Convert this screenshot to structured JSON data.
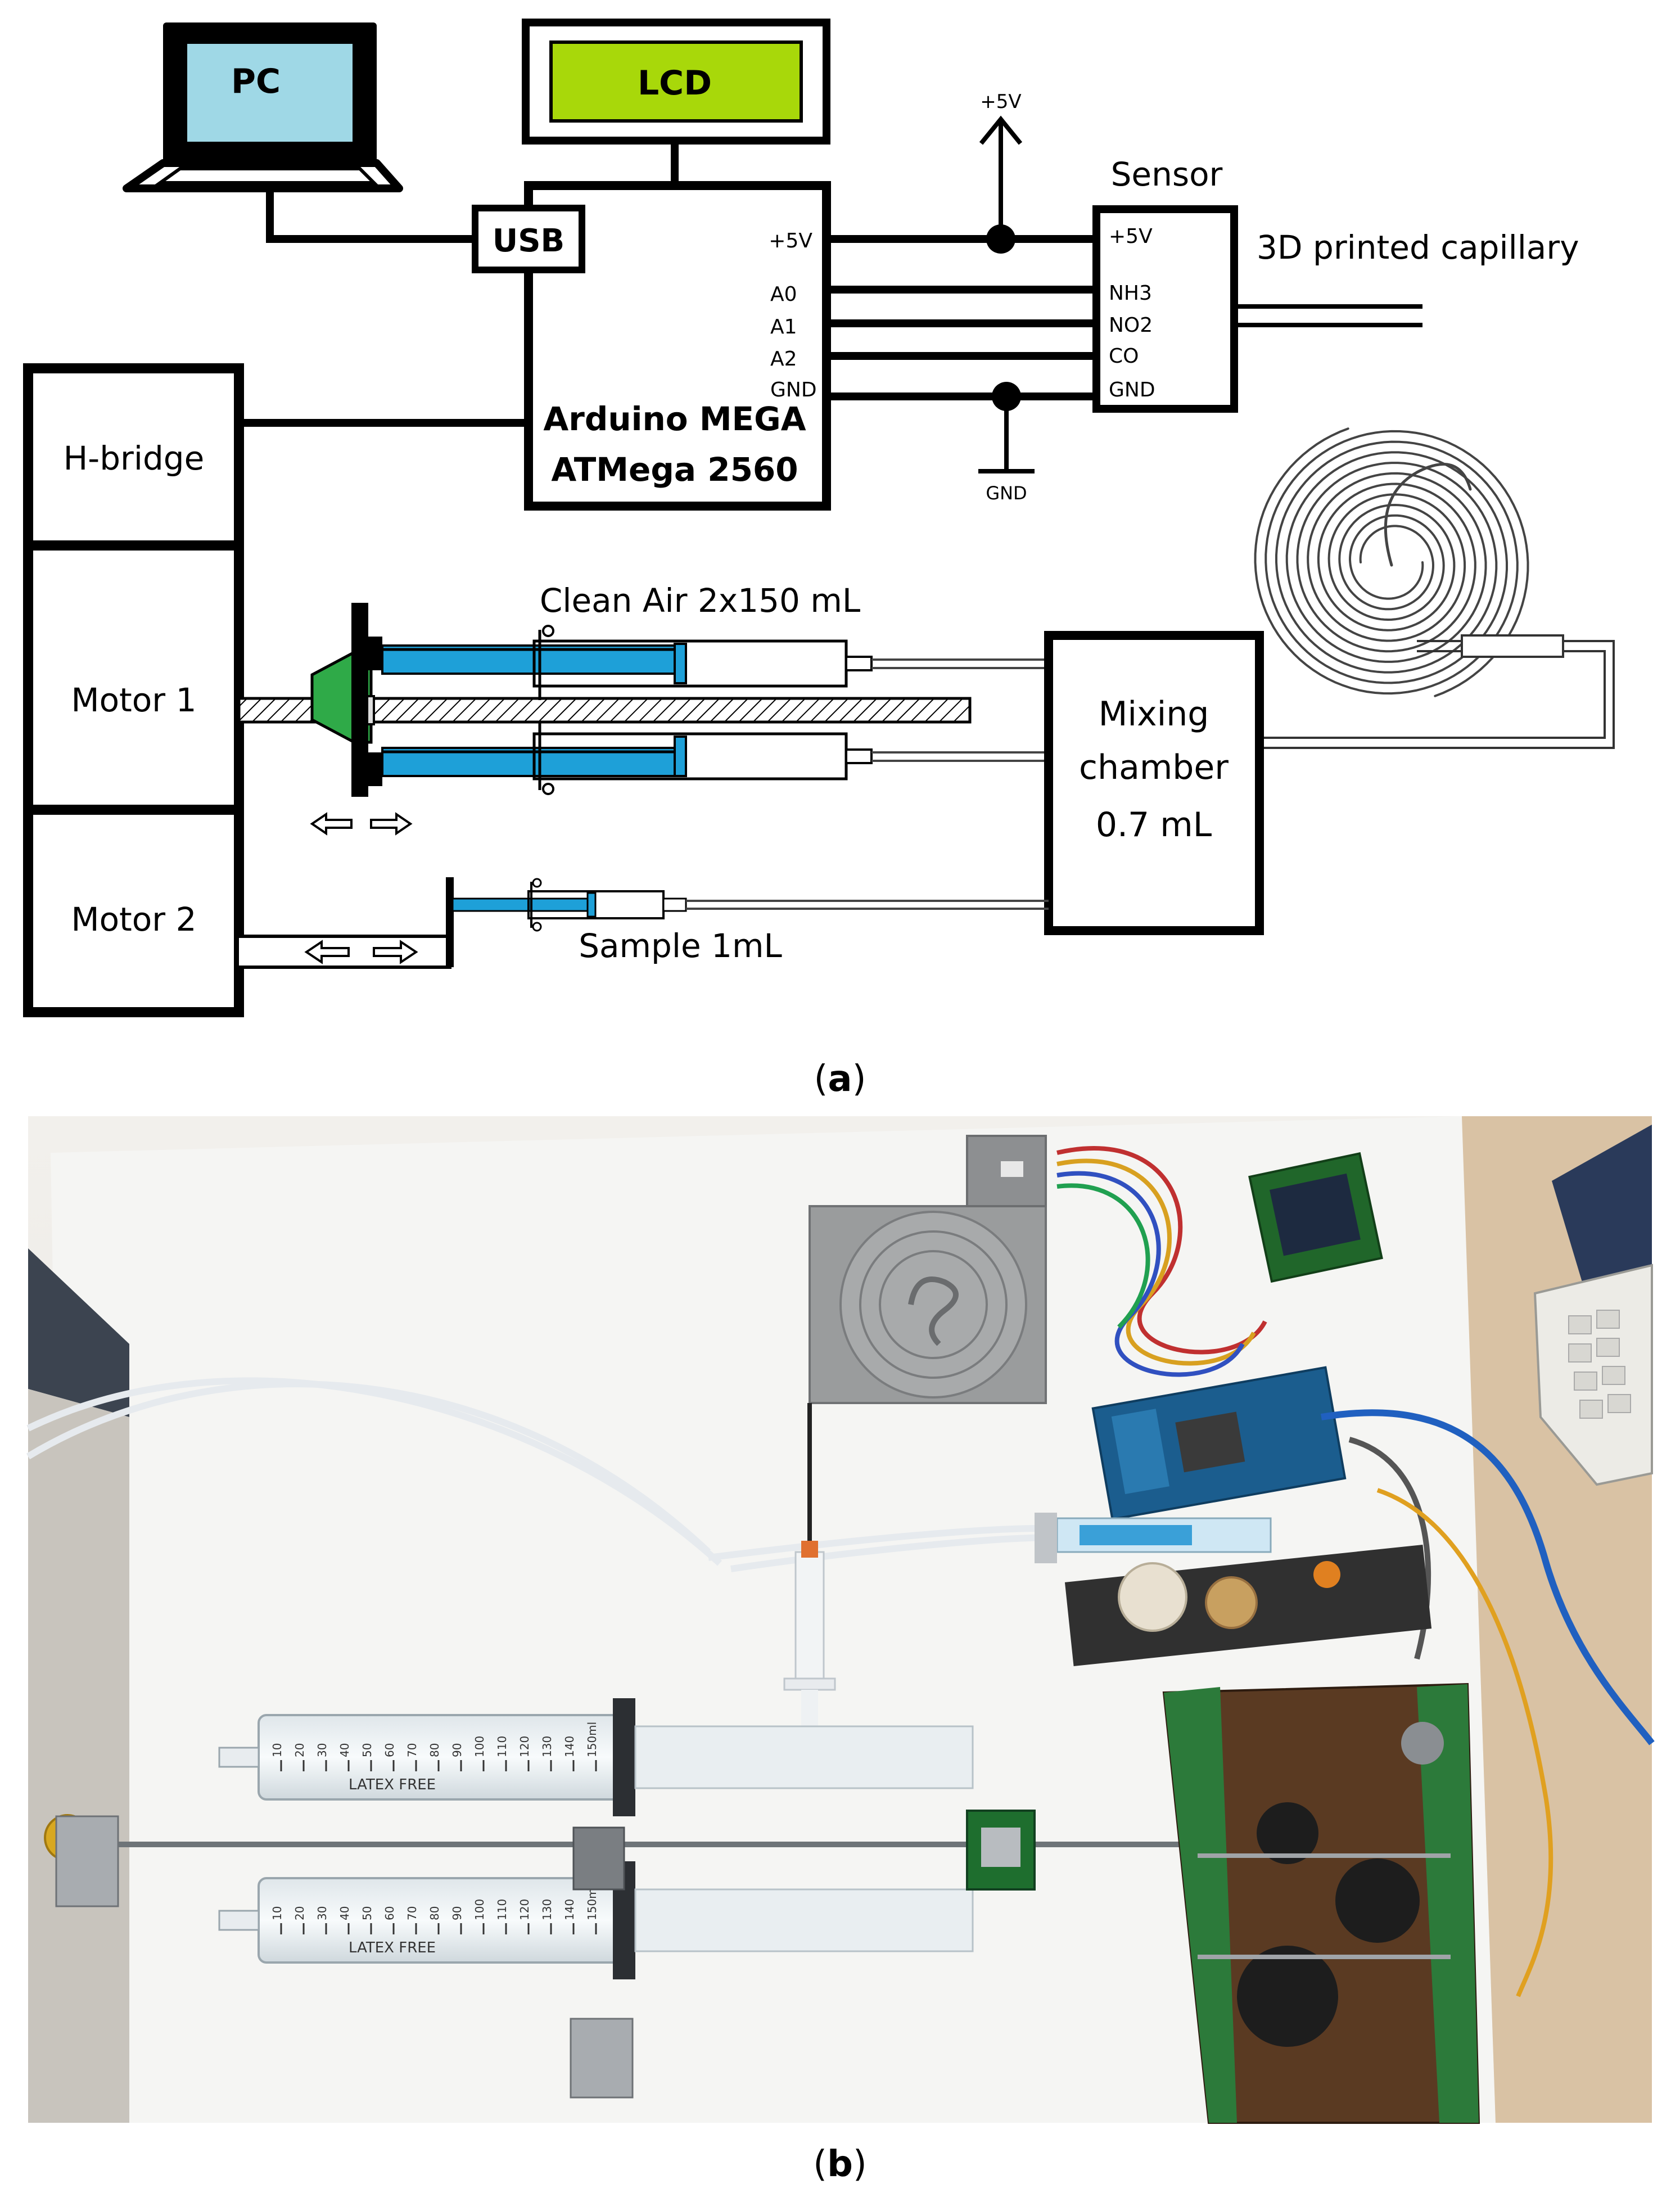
{
  "schematic": {
    "pc_label": "PC",
    "lcd_label": "LCD",
    "usb_label": "USB",
    "plus5v_top": "+5V",
    "sensor_title": "Sensor",
    "capillary_label": "3D printed capillary",
    "arduino_line1": "Arduino MEGA",
    "arduino_line2": "ATMega 2560",
    "arduino_pins": [
      "+5V",
      "A0",
      "A1",
      "A2",
      "GND"
    ],
    "sensor_pins": [
      "+5V",
      "NH3",
      "NO2",
      "CO",
      "GND"
    ],
    "gnd_label": "GND",
    "hbridge_label": "H-bridge",
    "motor1_label": "Motor 1",
    "motor2_label": "Motor 2",
    "clean_air_label": "Clean Air 2x150 mL",
    "mixing_line1": "Mixing",
    "mixing_line2": "chamber",
    "mixing_line3": "0.7 mL",
    "sample_label": "Sample 1mL"
  },
  "captions": {
    "a_letter": "a",
    "b_letter": "b"
  },
  "photo": {
    "syringe_scale": [
      "10",
      "20",
      "30",
      "40",
      "50",
      "60",
      "70",
      "80",
      "90",
      "100",
      "110",
      "120",
      "130",
      "140",
      "150ml"
    ],
    "syringe_brand": "LATEX FREE"
  },
  "colors": {
    "pc_screen": "#9fd8e6",
    "lcd_screen": "#a8d80a",
    "plunger_blue": "#1ea0d8",
    "nozzle_green": "#2faa48",
    "line": "#000000"
  }
}
